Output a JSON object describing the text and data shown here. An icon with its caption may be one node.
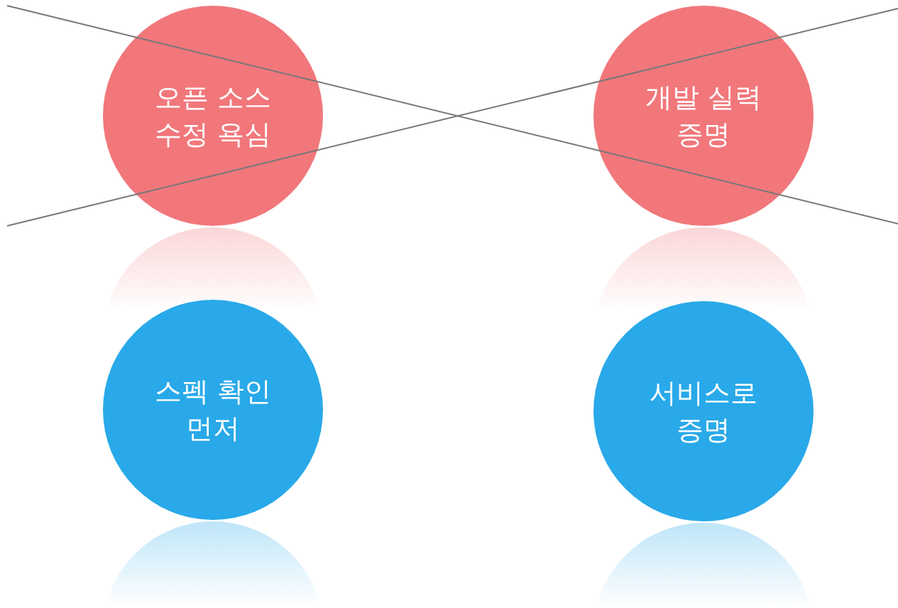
{
  "diagram": {
    "nodes": [
      {
        "text": [
          "오픈 소스 수정 욕심"
        ]
      },
      {
        "text": [
          "개발 실력 증명"
        ]
      },
      {
        "text": [
          "스펙 확인 먼저"
        ]
      },
      {
        "text": [
          "서비스로 증명"
        ]
      }
    ],
    "edges": []
  }
}
